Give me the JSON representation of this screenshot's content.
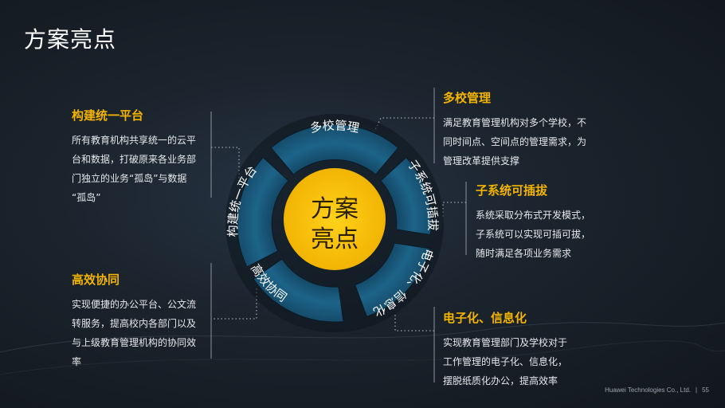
{
  "slide": {
    "title": "方案亮点",
    "center": {
      "line1": "方案",
      "line2": "亮点"
    },
    "ring_segments": [
      {
        "label": "多校管理"
      },
      {
        "label": "子系统可插拔"
      },
      {
        "label": "电子化、信息化"
      },
      {
        "label": "高效协同"
      },
      {
        "label": "构建统一平台"
      }
    ],
    "features": [
      {
        "title": "构建统一平台",
        "lines": [
          "所有教育机构共享统一的云平",
          "台和数据，打破原来各业务部",
          "门独立的业务“孤岛”与数据",
          "“孤岛”"
        ]
      },
      {
        "title": "多校管理",
        "lines": [
          "满足教育管理机构对多个学校，不",
          "同时间点、空间点的管理需求，为",
          "管理改革提供支撑"
        ]
      },
      {
        "title": "子系统可插拔",
        "lines": [
          "系统采取分布式开发模式，",
          "子系统可以实现可插可拔，",
          "随时满足各项业务需求"
        ]
      },
      {
        "title": "高效协同",
        "lines": [
          "实现便捷的办公平台、公文流",
          "转服务，提高校内各部门以及",
          "与上级教育管理机构的协同效",
          "率"
        ]
      },
      {
        "title": "电子化、信息化",
        "lines": [
          "实现教育管理部门及学校对于",
          "工作管理的电子化、信息化，",
          "摆脱纸质化办公，提高效率"
        ]
      }
    ],
    "footer": {
      "company": "Huawei Technologies Co., Ltd.",
      "separator": "|",
      "page": "55"
    },
    "colors": {
      "accent": "#f3b400",
      "ring": "#1c5d80",
      "center": "#f5c000",
      "background": "#1b232d"
    }
  }
}
